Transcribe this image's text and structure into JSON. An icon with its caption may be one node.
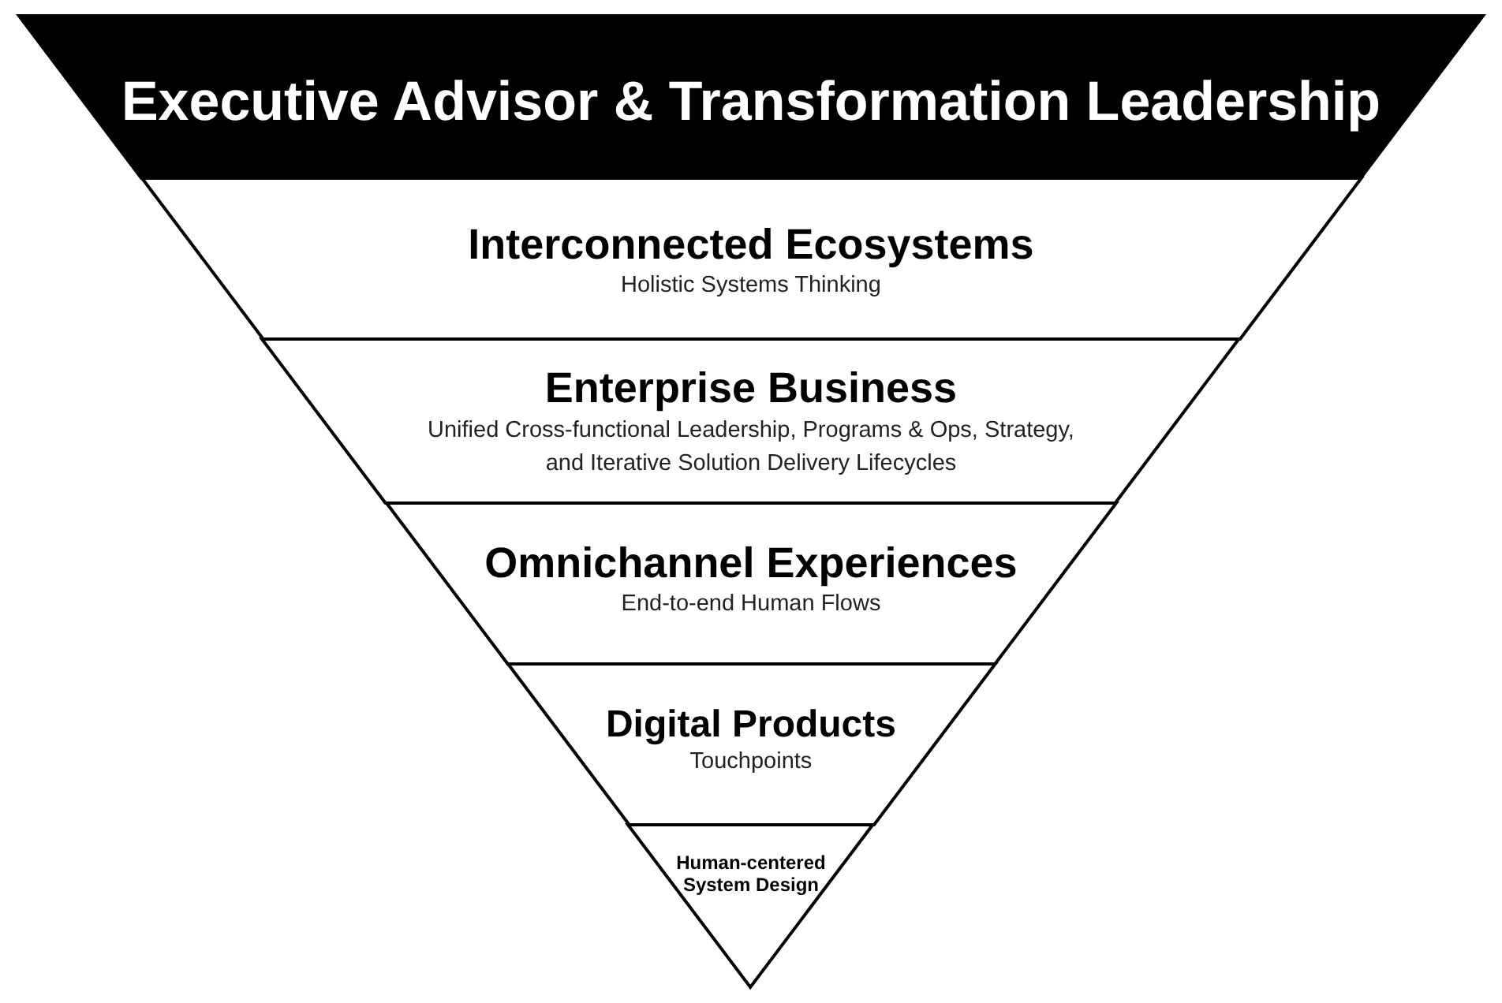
{
  "diagram": {
    "nodes": [
      {
        "text": [
          "Executive Advisor & Transformation Leadership"
        ]
      },
      {
        "text": [
          "Interconnected Ecosystems",
          "Holistic Systems Thinking"
        ]
      },
      {
        "text": [
          "Enterprise Business",
          "Unified Cross-functional Leadership, Programs & Ops, Strategy, and Iterative Solution Delivery Lifecycles"
        ]
      },
      {
        "text": [
          "Omnichannel Experiences",
          "End-to-end Human Flows"
        ]
      },
      {
        "text": [
          "Digital Products",
          "Touchpoints"
        ]
      },
      {
        "text": [
          "Human-centered System Design"
        ]
      }
    ]
  }
}
